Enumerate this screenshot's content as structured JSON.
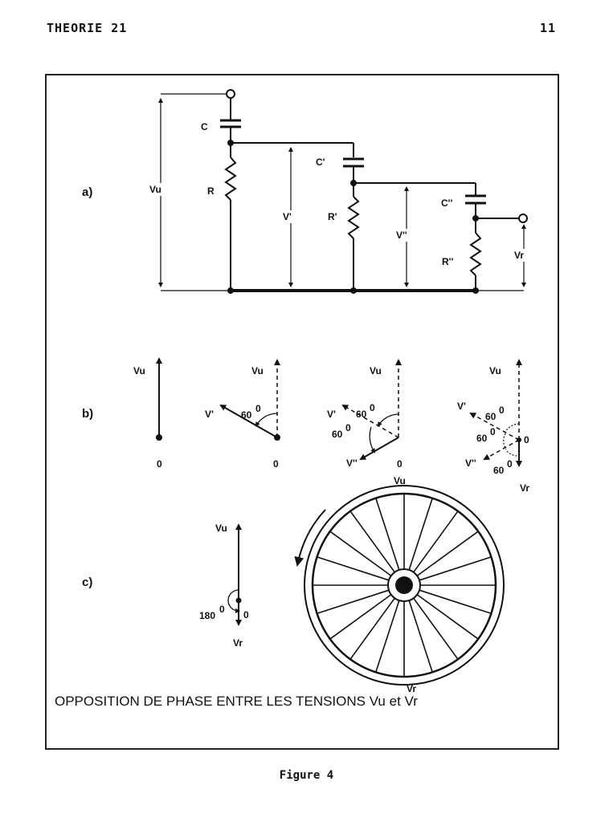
{
  "header": {
    "left": "THEORIE 21",
    "right": "11"
  },
  "parts": {
    "a": "a)",
    "b": "b)",
    "c": "c)"
  },
  "circuit": {
    "labels": {
      "C": "C",
      "R": "R",
      "Vu": "Vu",
      "C1": "C'",
      "R1": "R'",
      "V1": "V'",
      "C2": "C''",
      "R2": "R''",
      "V2": "V''",
      "Vr": "Vr"
    }
  },
  "vectors": {
    "vu": "Vu",
    "v1": "V'",
    "v2": "V''",
    "vr": "Vr",
    "origin": "0",
    "angle60": "60",
    "angle180": "180",
    "deg": "0"
  },
  "wheel": {
    "top": "Vu",
    "bottom": "Vr",
    "spokes": 20
  },
  "opposition_text": "OPPOSITION DE PHASE ENTRE LES TENSIONS Vu et Vr",
  "caption": "Figure 4"
}
